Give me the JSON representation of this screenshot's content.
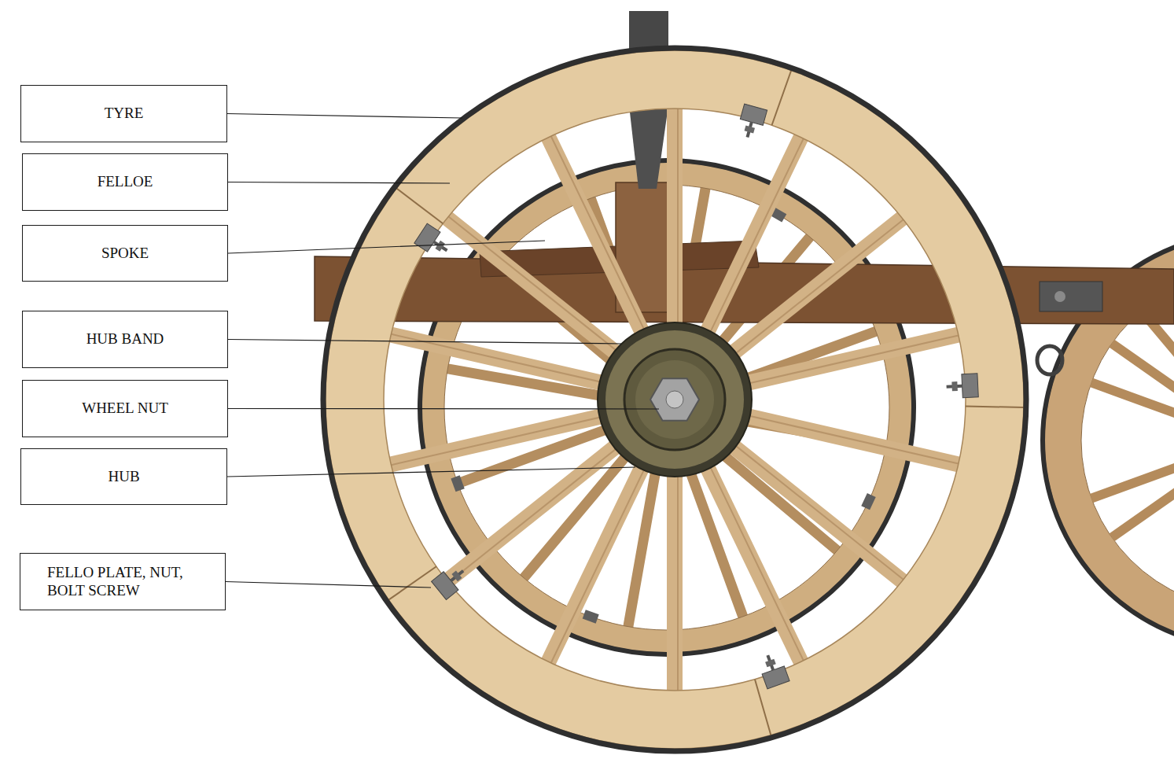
{
  "diagram": {
    "nodes": [
      {
        "text": [
          "TYRE"
        ]
      },
      {
        "text": [
          "FELLOE"
        ]
      },
      {
        "text": [
          "SPOKE"
        ]
      },
      {
        "text": [
          "HUB BAND"
        ]
      },
      {
        "text": [
          "WHEEL NUT"
        ]
      },
      {
        "text": [
          "HUB"
        ]
      },
      {
        "text": [
          "FELLO PLATE, NUT, BOLT SCREW"
        ]
      }
    ]
  }
}
